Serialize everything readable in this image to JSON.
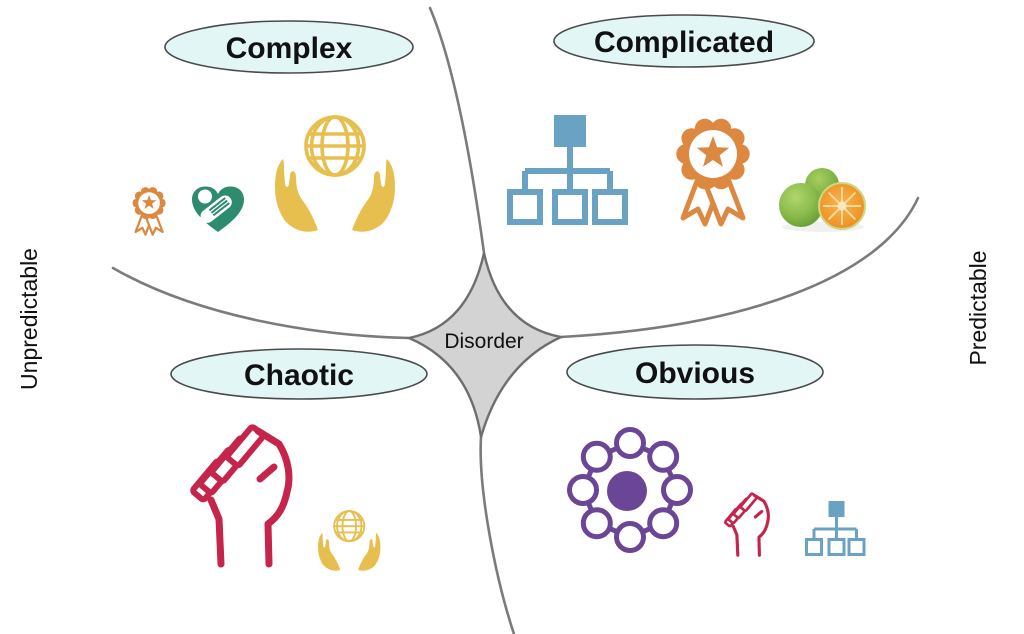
{
  "framework": {
    "name": "cynefin-style quadrant diagram",
    "center_label": "Disorder",
    "axis_left": "Unpredictable",
    "axis_right": "Predictable",
    "quadrants": [
      {
        "id": "complex",
        "label": "Complex",
        "icons": [
          "award-ribbon",
          "handshake-heart",
          "hands-holding-globe"
        ]
      },
      {
        "id": "complicated",
        "label": "Complicated",
        "icons": [
          "org-chart",
          "award-ribbon",
          "citrus-fruits"
        ]
      },
      {
        "id": "chaotic",
        "label": "Chaotic",
        "icons": [
          "raised-fist",
          "hands-holding-globe"
        ]
      },
      {
        "id": "obvious",
        "label": "Obvious",
        "icons": [
          "network-circle",
          "raised-fist",
          "org-chart"
        ]
      }
    ],
    "colors": {
      "ellipse_fill": "#e3f6f6",
      "ellipse_stroke": "#4a4a4a",
      "divider_curve": "#7b7b7b",
      "disorder_fill": "#d3d3d3",
      "disorder_stroke": "#6e6e6e",
      "orange_award": "#dc8840",
      "teal_handshake": "#2e8c6e",
      "gold_hands": "#e6bf4e",
      "blue_orgchart": "#69a2c3",
      "red_fist": "#c5244b",
      "purple_network": "#6b4596",
      "lime_green": "#6aa33c",
      "orange_fruit": "#ec8d1e"
    }
  }
}
